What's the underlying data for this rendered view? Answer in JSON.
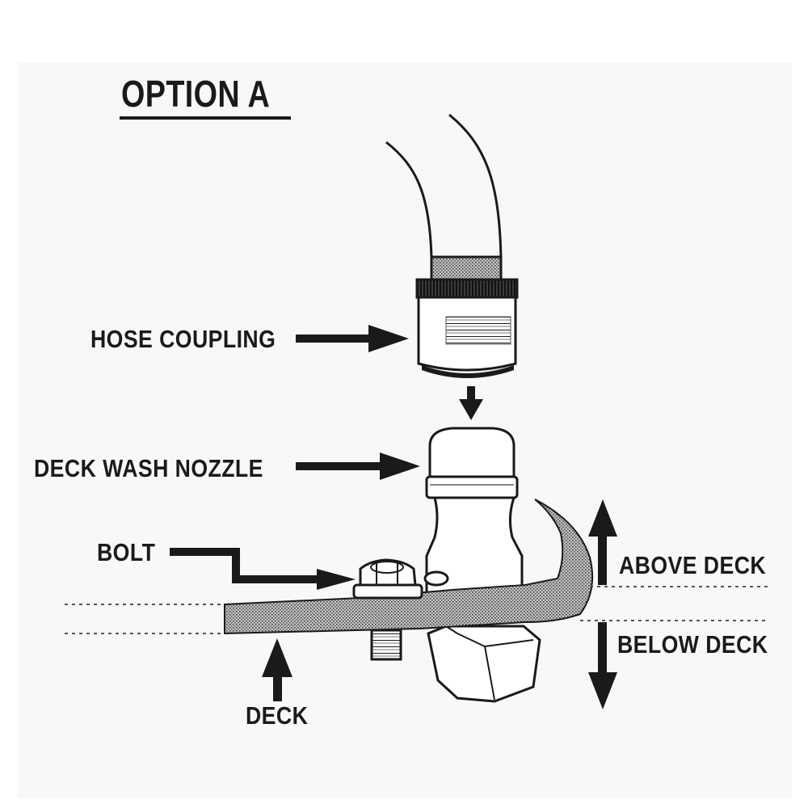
{
  "diagram": {
    "title": "OPTION A",
    "labels": {
      "hose_coupling": "HOSE COUPLING",
      "deck_wash_nozzle": "DECK WASH NOZZLE",
      "bolt": "BOLT",
      "above_deck": "ABOVE DECK",
      "below_deck": "BELOW DECK",
      "deck": "DECK"
    }
  },
  "colors": {
    "ink": "#1a1a1a",
    "paper": "#f8f8f8",
    "shading": "#9a9a9a"
  }
}
